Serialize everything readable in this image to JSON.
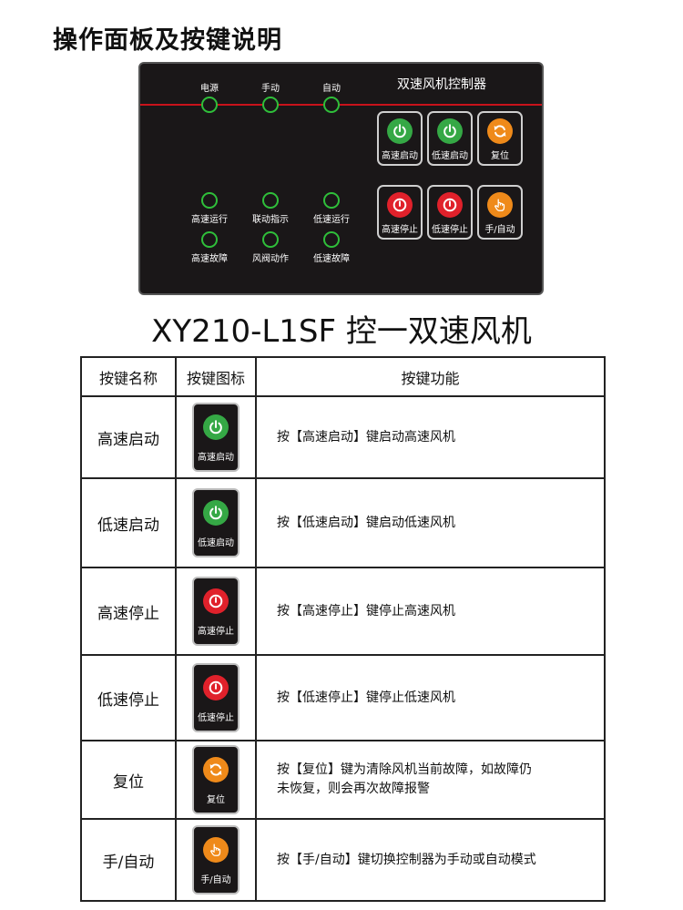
{
  "page_title": "操作面板及按键说明",
  "panel": {
    "title": "双速风机控制器",
    "top_leds": [
      {
        "label": "电源"
      },
      {
        "label": "手动"
      },
      {
        "label": "自动"
      }
    ],
    "bottom_leds_row1": [
      {
        "label": "高速运行"
      },
      {
        "label": "联动指示"
      },
      {
        "label": "低速运行"
      }
    ],
    "bottom_leds_row2": [
      {
        "label": "高速故障"
      },
      {
        "label": "风阀动作"
      },
      {
        "label": "低速故障"
      }
    ],
    "buttons": [
      {
        "label": "高速启动",
        "icon": "power-icon",
        "color": "#35a845"
      },
      {
        "label": "低速启动",
        "icon": "power-icon",
        "color": "#35a845"
      },
      {
        "label": "复位",
        "icon": "reset-icon",
        "color": "#ef8a1a"
      },
      {
        "label": "高速停止",
        "icon": "stop-icon",
        "color": "#e0212b"
      },
      {
        "label": "低速停止",
        "icon": "stop-icon",
        "color": "#e0212b"
      },
      {
        "label": "手/自动",
        "icon": "hand-icon",
        "color": "#ef8a1a"
      }
    ],
    "led_color": "#2fbf3a",
    "accent_line_color": "#c8121b"
  },
  "model_title": "XY210-L1SF 控一双速风机",
  "table": {
    "headers": [
      "按键名称",
      "按键图标",
      "按键功能"
    ],
    "rows": [
      {
        "name": "高速启动",
        "icon_label": "高速启动",
        "function": "按【高速启动】键启动高速风机"
      },
      {
        "name": "低速启动",
        "icon_label": "低速启动",
        "function": "按【低速启动】键启动低速风机"
      },
      {
        "name": "高速停止",
        "icon_label": "高速停止",
        "function": "按【高速停止】键停止高速风机"
      },
      {
        "name": "低速停止",
        "icon_label": "低速停止",
        "function": "按【低速停止】键停止低速风机"
      },
      {
        "name": "复位",
        "icon_label": "复位",
        "function_line1": "按【复位】键为清除风机当前故障，如故障仍",
        "function_line2": "未恢复，则会再次故障报警"
      },
      {
        "name": "手/自动",
        "icon_label": "手/自动",
        "function": "按【手/自动】键切换控制器为手动或自动模式"
      }
    ]
  }
}
